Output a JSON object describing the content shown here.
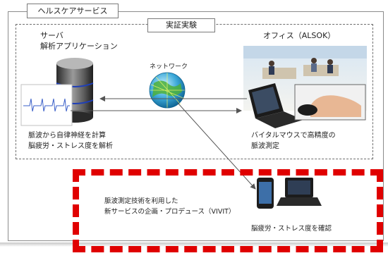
{
  "labels": {
    "healthcare_service": "ヘルスケアサービス",
    "demonstration": "実証実験",
    "server_line1": "サーバ",
    "server_line2": "解析アプリケーション",
    "network": "ネットワーク",
    "office": "オフィス（ALSOK）",
    "server_caption_line1": "脈波から自律神経を計算",
    "server_caption_line2": "脳疲労・ストレス度を解析",
    "office_caption_line1": "バイタルマウスで高精度の",
    "office_caption_line2": "脈波測定",
    "vivit_line1": "脈波測定技術を利用した",
    "vivit_line2": "新サービスの企画・プロデュース（VIVIT）",
    "device_caption": "脳疲労・ストレス度を確認"
  },
  "colors": {
    "highlight_border": "#e00000",
    "box_border": "#8c8c8c",
    "arrow": "#555555"
  }
}
